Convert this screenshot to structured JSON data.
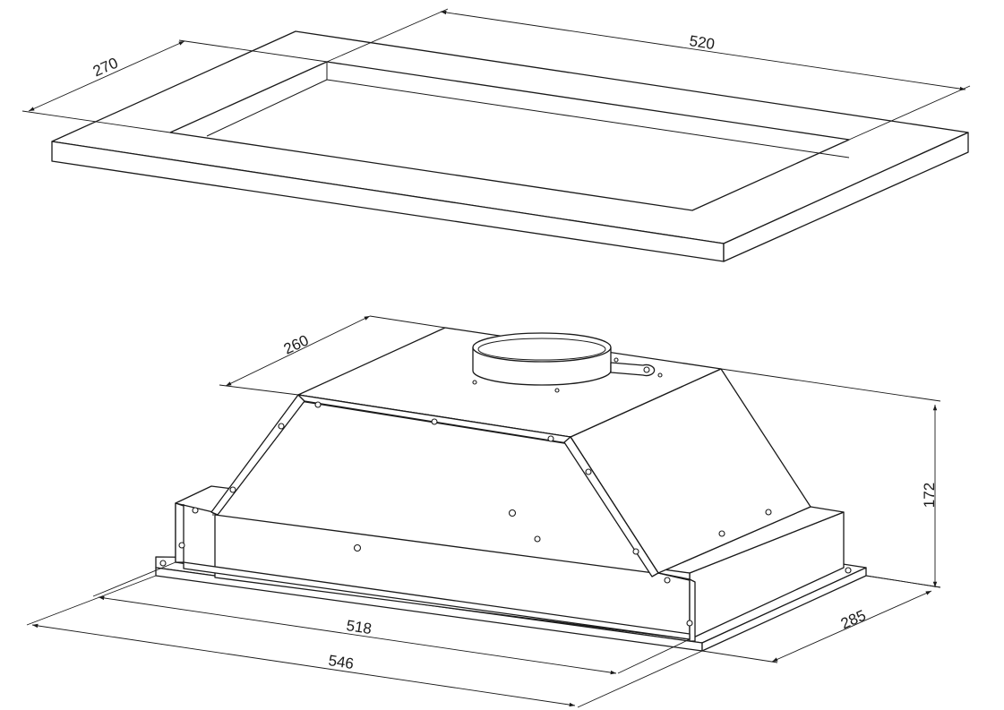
{
  "dimensions": {
    "cutout_length": "520",
    "cutout_depth": "270",
    "unit_top_depth": "260",
    "unit_height": "172",
    "unit_inner_width": "518",
    "unit_outer_width": "546",
    "unit_outer_depth": "285"
  },
  "colors": {
    "line": "#1a1a1a",
    "background": "#ffffff"
  }
}
